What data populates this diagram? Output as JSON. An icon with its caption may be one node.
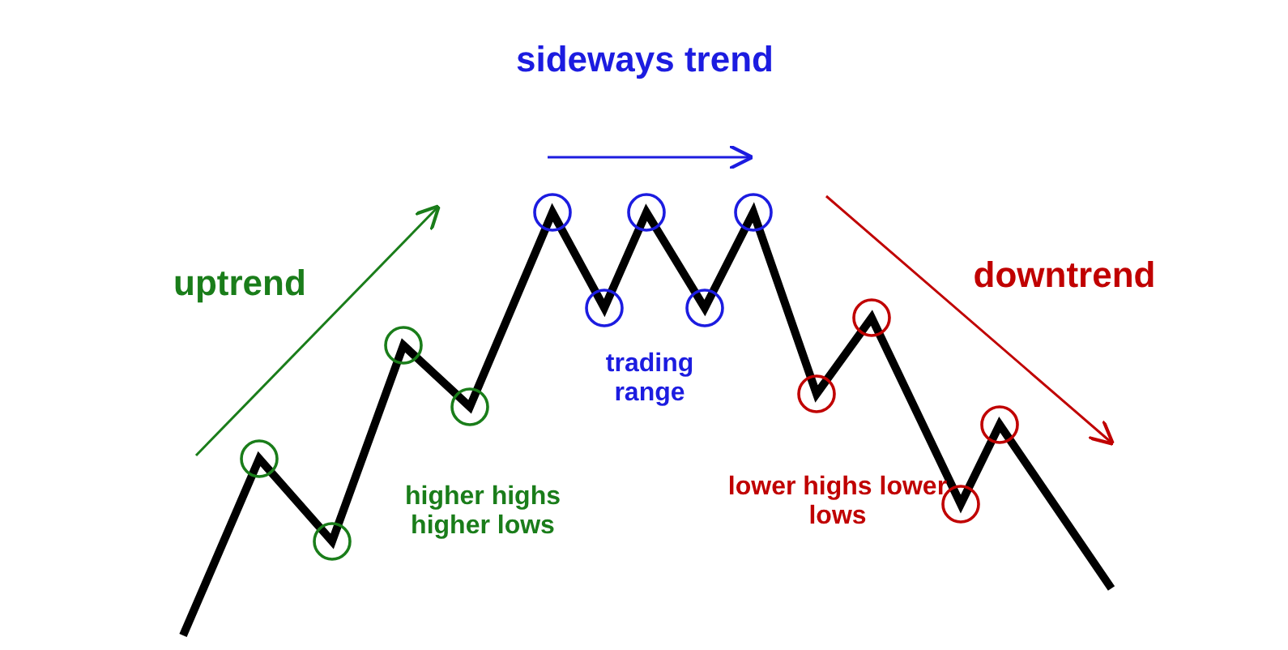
{
  "diagram": {
    "labels": [
      "sideways trend",
      "uptrend",
      "downtrend",
      "trading range",
      "higher highs higher lows",
      "lower highs lower lows"
    ]
  }
}
